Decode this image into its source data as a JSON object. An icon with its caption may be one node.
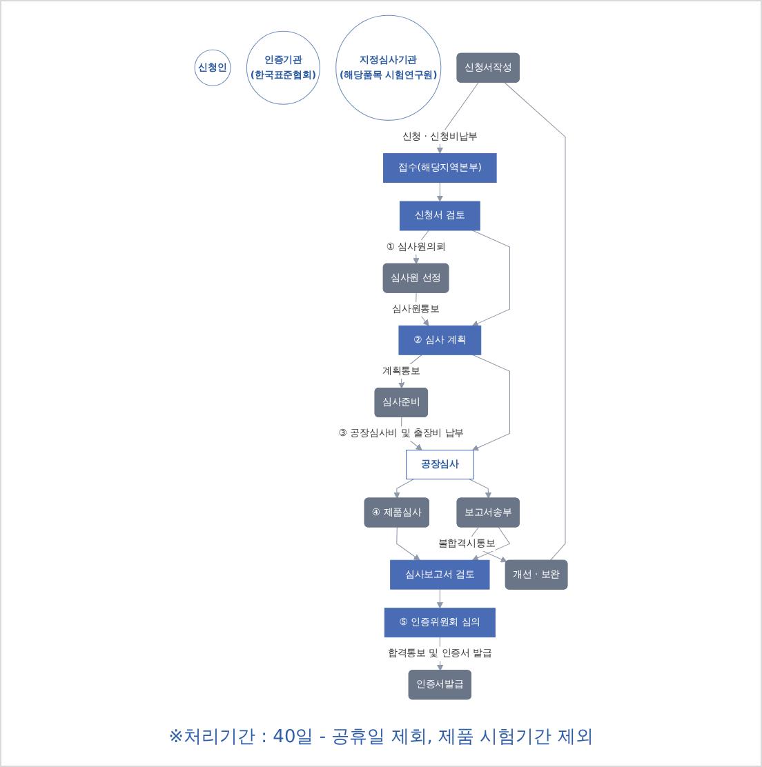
{
  "diagram": {
    "nodes": [
      {
        "text": [
          "신청인"
        ]
      },
      {
        "text": [
          "인증기관",
          "(한국표준협회)"
        ]
      },
      {
        "text": [
          "지정심사기관",
          "(해당품목 시험연구원)"
        ]
      },
      {
        "text": [
          "신청서작성"
        ]
      },
      {
        "text": [
          "접수(해당지역본부)"
        ]
      },
      {
        "text": [
          "신청서 검토"
        ]
      },
      {
        "text": [
          "심사원 선정"
        ]
      },
      {
        "text": [
          "② 심사 계획"
        ]
      },
      {
        "text": [
          "심사준비"
        ]
      },
      {
        "text": [
          "공장심사"
        ]
      },
      {
        "text": [
          "④ 제품심사"
        ]
      },
      {
        "text": [
          "개선 · 보완"
        ]
      },
      {
        "text": [
          "보고서송부"
        ]
      },
      {
        "text": [
          "심사보고서 검토"
        ]
      },
      {
        "text": [
          "인증서발급"
        ]
      },
      {
        "text": [
          "⑤ 인증위원회 심의"
        ]
      }
    ],
    "edges": [
      {
        "from": 3,
        "to": 4,
        "arrow": "to",
        "label": "신청 · 신청비납부"
      },
      {
        "from": 4,
        "to": 5,
        "arrow": "to"
      },
      {
        "from": 5,
        "to": 6,
        "arrow": "to",
        "label": "① 심사원의뢰"
      },
      {
        "from": 6,
        "to": 7,
        "arrow": "to",
        "label": "심사원통보"
      },
      {
        "from": 5,
        "to": 7,
        "arrow": "to"
      },
      {
        "from": 7,
        "to": 8,
        "arrow": "to",
        "label": "계획통보"
      },
      {
        "from": 8,
        "to": 9,
        "arrow": "to",
        "label": "③ 공장심사비 및 출장비 납부"
      },
      {
        "from": 7,
        "to": 9,
        "arrow": "to"
      },
      {
        "from": 9,
        "to": 10,
        "arrow": "to"
      },
      {
        "from": 9,
        "to": 12,
        "arrow": "to"
      },
      {
        "from": 12,
        "to": 11,
        "arrow": "to",
        "label": "불합격시통보"
      },
      {
        "from": 11,
        "to": 3,
        "arrow": "none"
      },
      {
        "from": 12,
        "to": 13,
        "arrow": "to"
      },
      {
        "from": 10,
        "to": 13,
        "arrow": "to"
      },
      {
        "from": 13,
        "to": 15,
        "arrow": "to"
      },
      {
        "from": 15,
        "to": 14,
        "arrow": "to",
        "label": "합격통보 및 인증서 발급"
      }
    ],
    "labels": [
      "※처리기간 : 40일 - 공휴일 제회, 제품 시험기간 제외"
    ]
  }
}
